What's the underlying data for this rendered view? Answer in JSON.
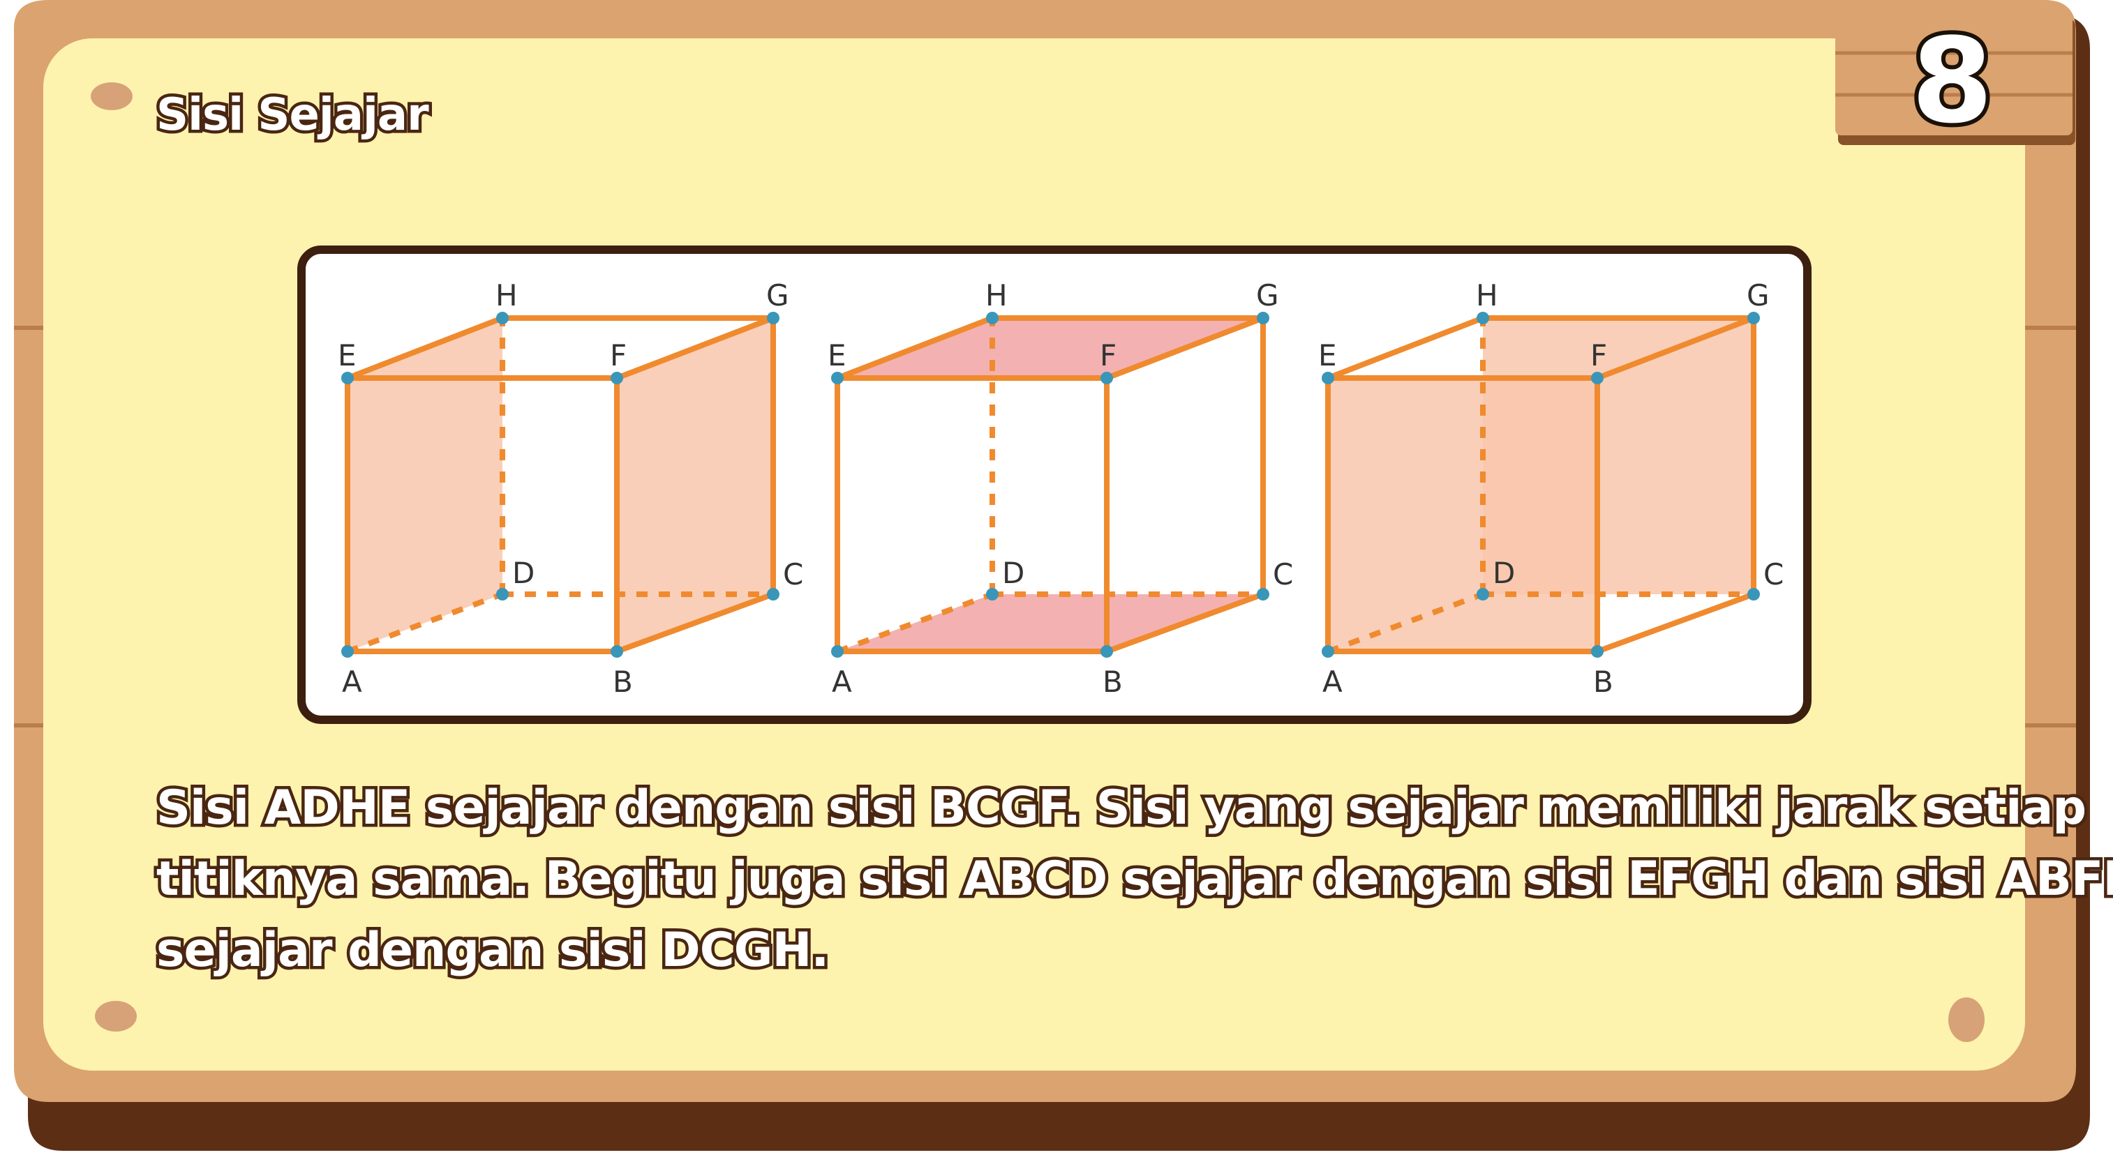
{
  "page_number": "8",
  "title": "Sisi Sejajar",
  "colors": {
    "wood": "#dba36f",
    "wood_dark": "#5c2f15",
    "paper": "#fdf3ae",
    "edge": "#f08a2e",
    "vertex": "#3a96b8",
    "face_light": "#f9c7ad",
    "face_pink": "#f1a3a3"
  },
  "diagram": {
    "cubes": [
      {
        "labels": {
          "A": "A",
          "B": "B",
          "C": "C",
          "D": "D",
          "E": "E",
          "F": "F",
          "G": "G",
          "H": "H"
        },
        "highlighted_faces": [
          "ADHE",
          "BCGF"
        ]
      },
      {
        "labels": {
          "A": "A",
          "B": "B",
          "C": "C",
          "D": "D",
          "E": "E",
          "F": "F",
          "G": "G",
          "H": "H"
        },
        "highlighted_faces": [
          "ABCD",
          "EFGH"
        ]
      },
      {
        "labels": {
          "A": "A",
          "B": "B",
          "C": "C",
          "D": "D",
          "E": "E",
          "F": "F",
          "G": "G",
          "H": "H"
        },
        "highlighted_faces": [
          "ABFE",
          "DCGH"
        ]
      }
    ]
  },
  "body": {
    "lines": [
      "Sisi ADHE sejajar dengan sisi BCGF. Sisi yang sejajar memiliki jarak setiap",
      "titiknya sama. Begitu juga sisi ABCD sejajar dengan sisi EFGH dan sisi ABFE",
      "sejajar dengan sisi DCGH."
    ]
  }
}
